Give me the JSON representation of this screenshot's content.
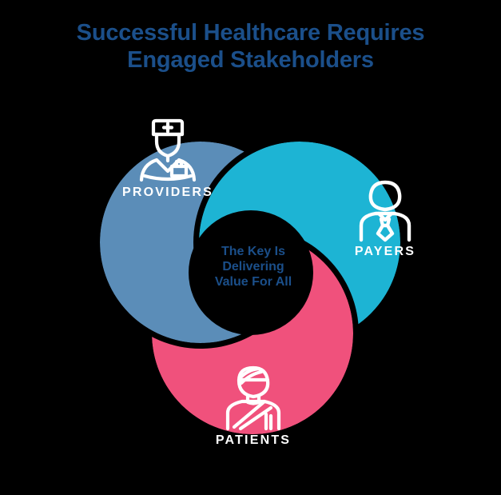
{
  "title": {
    "line1": "Successful Healthcare Requires",
    "line2": "Engaged Stakeholders",
    "color": "#1B4F8A"
  },
  "center": {
    "line1": "The Key Is",
    "line2": "Delivering",
    "line3": "Value For All",
    "color": "#1B4F8A"
  },
  "background_color": "#000000",
  "segments": [
    {
      "id": "providers",
      "label": "PROVIDERS",
      "color": "#5B8DB8",
      "icon": "nurse-icon",
      "label_color": "#FFFFFF"
    },
    {
      "id": "payers",
      "label": "PAYERS",
      "color": "#1DB4D4",
      "icon": "businessperson-tie-icon",
      "label_color": "#FFFFFF"
    },
    {
      "id": "patients",
      "label": "PATIENTS",
      "color": "#F0517C",
      "icon": "injured-patient-icon",
      "label_color": "#FFFFFF"
    }
  ]
}
